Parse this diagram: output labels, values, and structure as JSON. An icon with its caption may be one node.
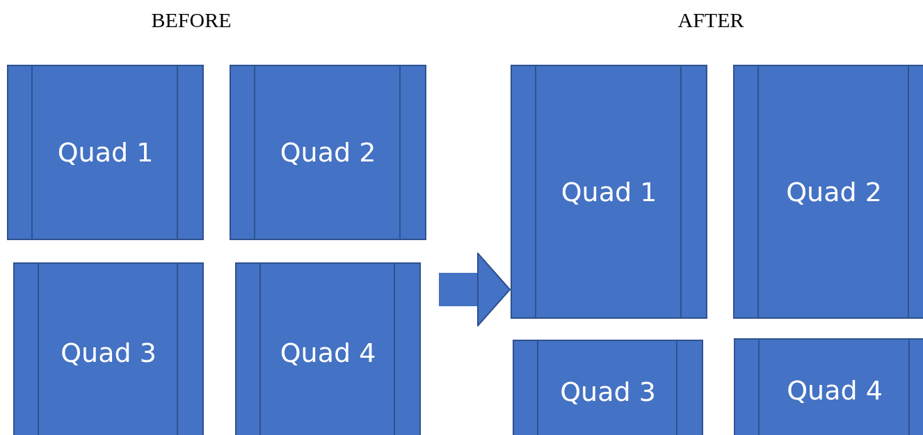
{
  "diagram": {
    "nodes": [
      {
        "text": [
          "Quad 1"
        ]
      },
      {
        "text": [
          "Quad 2"
        ]
      },
      {
        "text": [
          "Quad 3"
        ]
      },
      {
        "text": [
          "Quad 4"
        ]
      },
      {
        "text": [
          "Quad 1"
        ]
      },
      {
        "text": [
          "Quad 2"
        ]
      },
      {
        "text": [
          "Quad 3"
        ]
      },
      {
        "text": [
          "Quad 4"
        ]
      }
    ],
    "edges": [
      {
        "from": null,
        "to": 4,
        "arrow": "to"
      }
    ],
    "labels": [
      "BEFORE",
      "AFTER"
    ]
  }
}
